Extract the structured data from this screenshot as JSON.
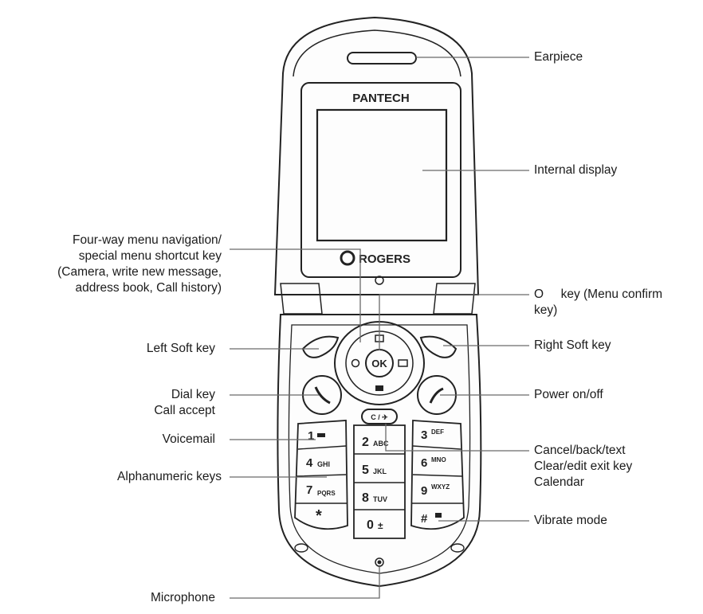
{
  "brand": {
    "maker": "PANTECH",
    "carrier": "ROGERS"
  },
  "ok_key_label": "OK",
  "clear_key_label": "C / ✈",
  "keypad": [
    {
      "digit": "1",
      "letters": ""
    },
    {
      "digit": "2",
      "letters": "ABC"
    },
    {
      "digit": "3",
      "letters": "DEF"
    },
    {
      "digit": "4",
      "letters": "GHI"
    },
    {
      "digit": "5",
      "letters": "JKL"
    },
    {
      "digit": "6",
      "letters": "MNO"
    },
    {
      "digit": "7",
      "letters": "PQRS"
    },
    {
      "digit": "8",
      "letters": "TUV"
    },
    {
      "digit": "9",
      "letters": "WXYZ"
    },
    {
      "digit": "*",
      "letters": ""
    },
    {
      "digit": "0",
      "letters": ""
    },
    {
      "digit": "#",
      "letters": ""
    }
  ],
  "callouts_left": {
    "nav_key": [
      "Four-way menu navigation/",
      "special menu shortcut key",
      "(Camera, write new message,",
      "address book, Call history)"
    ],
    "left_soft_key": [
      "Left Soft key"
    ],
    "dial_key": [
      "Dial key",
      "Call accept"
    ],
    "voicemail": [
      "Voicemail"
    ],
    "alphanumeric_keys": [
      "Alphanumeric keys"
    ],
    "microphone": [
      "Microphone"
    ]
  },
  "callouts_right": {
    "earpiece": [
      "Earpiece"
    ],
    "internal_display": [
      "Internal display"
    ],
    "ok_key": [
      "O     key (Menu confirm",
      "key)"
    ],
    "right_soft_key": [
      "Right Soft key"
    ],
    "power_key": [
      "Power on/off"
    ],
    "cancel_key": [
      "Cancel/back/text",
      "Clear/edit exit key",
      "Calendar"
    ],
    "vibrate_mode": [
      "Vibrate mode"
    ]
  }
}
